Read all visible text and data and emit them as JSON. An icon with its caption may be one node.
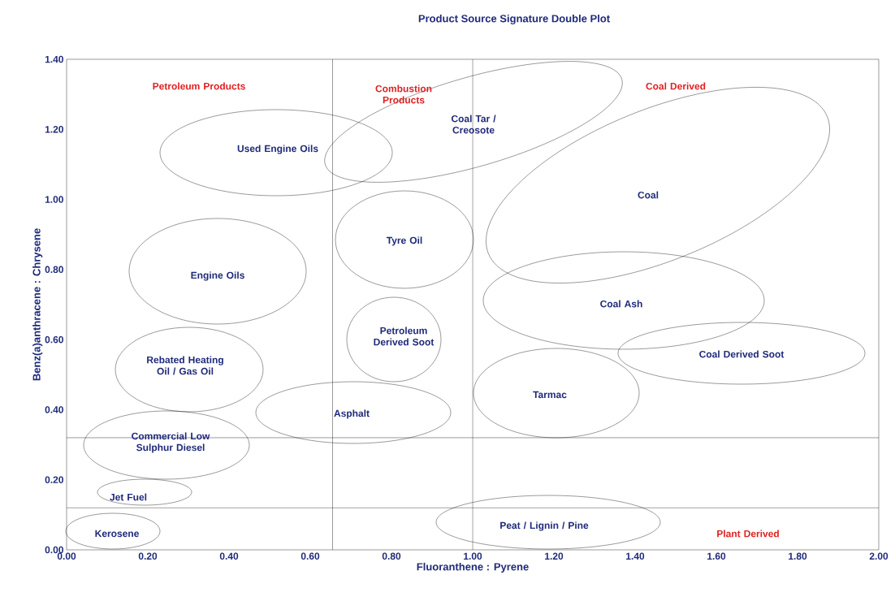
{
  "diagram": {
    "title": "Product Source Signature Double Plot",
    "nodes": [
      {
        "text": [
          "Used Engine Oils"
        ]
      },
      {
        "text": [
          "Coal Tar / Creosote"
        ]
      },
      {
        "text": [
          "Coal"
        ]
      },
      {
        "text": [
          "Tyre Oil"
        ]
      },
      {
        "text": [
          "Engine Oils"
        ]
      },
      {
        "text": [
          "Coal Ash"
        ]
      },
      {
        "text": [
          "Rebated Heating Oil / Gas Oil"
        ]
      },
      {
        "text": [
          "Petroleum Derived Soot"
        ]
      },
      {
        "text": [
          "Coal Derived Soot"
        ]
      },
      {
        "text": [
          "Tarmac"
        ]
      },
      {
        "text": [
          "Asphalt"
        ]
      },
      {
        "text": [
          "Commercial Low Sulphur Diesel"
        ]
      },
      {
        "text": [
          "Jet Fuel"
        ]
      },
      {
        "text": [
          "Kerosene"
        ]
      },
      {
        "text": [
          "Peat / Lignin / Pine"
        ]
      }
    ],
    "labels": [
      "Petroleum Products",
      "Combustion Products",
      "Coal Derived",
      "Plant Derived"
    ],
    "chart_data": {
      "type": "scatter",
      "xlabel": "Fluoranthene : Pyrene",
      "ylabel": "Benz(a)anthracene : Chrysene",
      "xlim": [
        0,
        2
      ],
      "ylim": [
        0,
        1.4
      ],
      "xticks": [
        {
          "value": 0,
          "label": "0.00"
        },
        {
          "value": 0.2,
          "label": "0.20"
        },
        {
          "value": 0.4,
          "label": "0.40"
        },
        {
          "value": 0.6,
          "label": "0.60"
        },
        {
          "value": 0.8,
          "label": "0.80"
        },
        {
          "value": 1.0,
          "label": "1.00"
        },
        {
          "value": 1.2,
          "label": "1.20"
        },
        {
          "value": 1.4,
          "label": "1.40"
        },
        {
          "value": 1.6,
          "label": "1.60"
        },
        {
          "value": 1.8,
          "label": "1.80"
        },
        {
          "value": 2.0,
          "label": "2.00"
        }
      ],
      "yticks": [
        {
          "value": 0,
          "label": "0.00"
        },
        {
          "value": 0.2,
          "label": "0.20"
        },
        {
          "value": 0.4,
          "label": "0.40"
        },
        {
          "value": 0.6,
          "label": "0.60"
        },
        {
          "value": 0.8,
          "label": "0.80"
        },
        {
          "value": 1.0,
          "label": "1.00"
        },
        {
          "value": 1.2,
          "label": "1.20"
        },
        {
          "value": 1.4,
          "label": "1.40"
        }
      ]
    }
  }
}
